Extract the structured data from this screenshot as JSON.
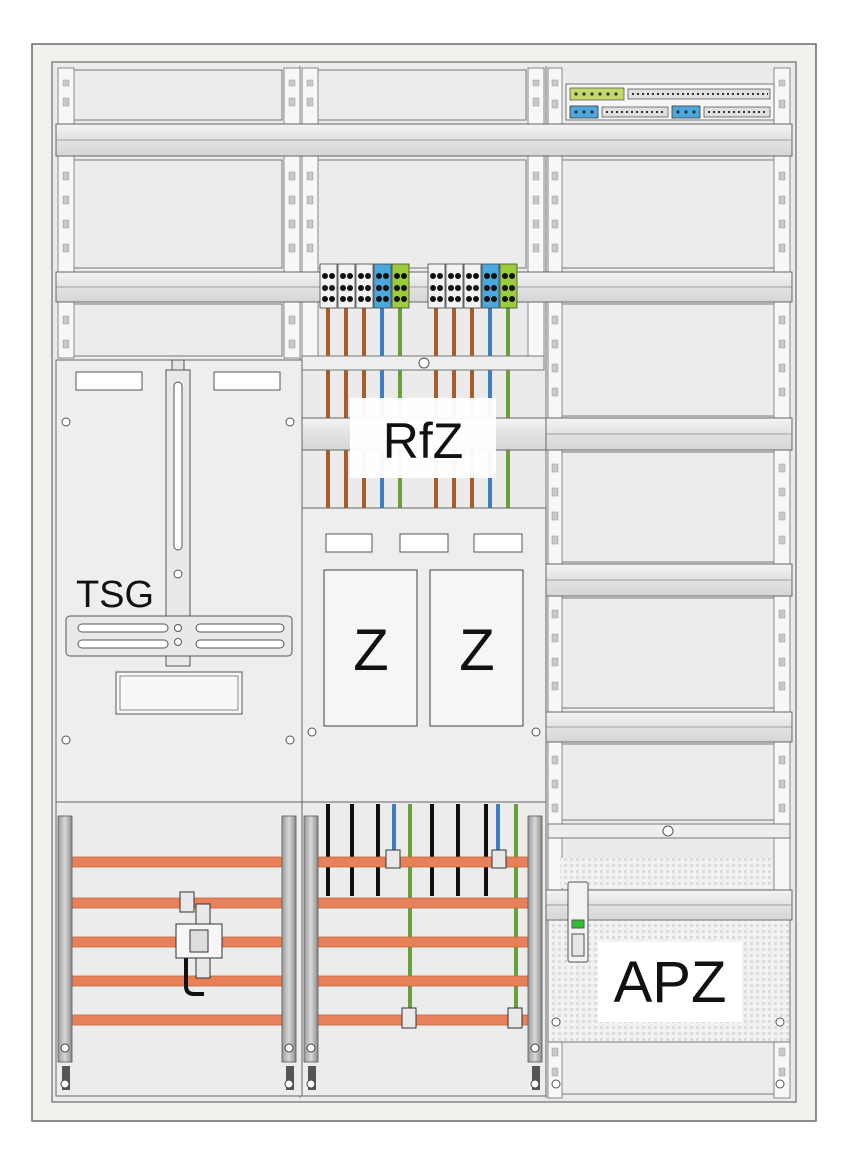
{
  "labels": {
    "rfz": "RfZ",
    "tsg": "TSG",
    "meter_1": "Z",
    "meter_2": "Z",
    "apz": "APZ"
  },
  "colors": {
    "cabinet_outer": "#f2f1ee",
    "cabinet_inner": "#ebebeb",
    "panel": "#eaeaea",
    "rail": "#e8e8e8",
    "stroke": "#5a5a5a",
    "wire_brown": "#a85c2c",
    "wire_blue": "#3d7fc4",
    "wire_green": "#6aa03a",
    "wire_black": "#111111",
    "busbar": "#e8815a",
    "terminal_green": "#9ccc3a",
    "terminal_blue": "#4aa8dc",
    "sls_green": "#2ec02e"
  },
  "icons": {
    "screw": "screw-icon",
    "terminal": "terminal-block-icon"
  }
}
